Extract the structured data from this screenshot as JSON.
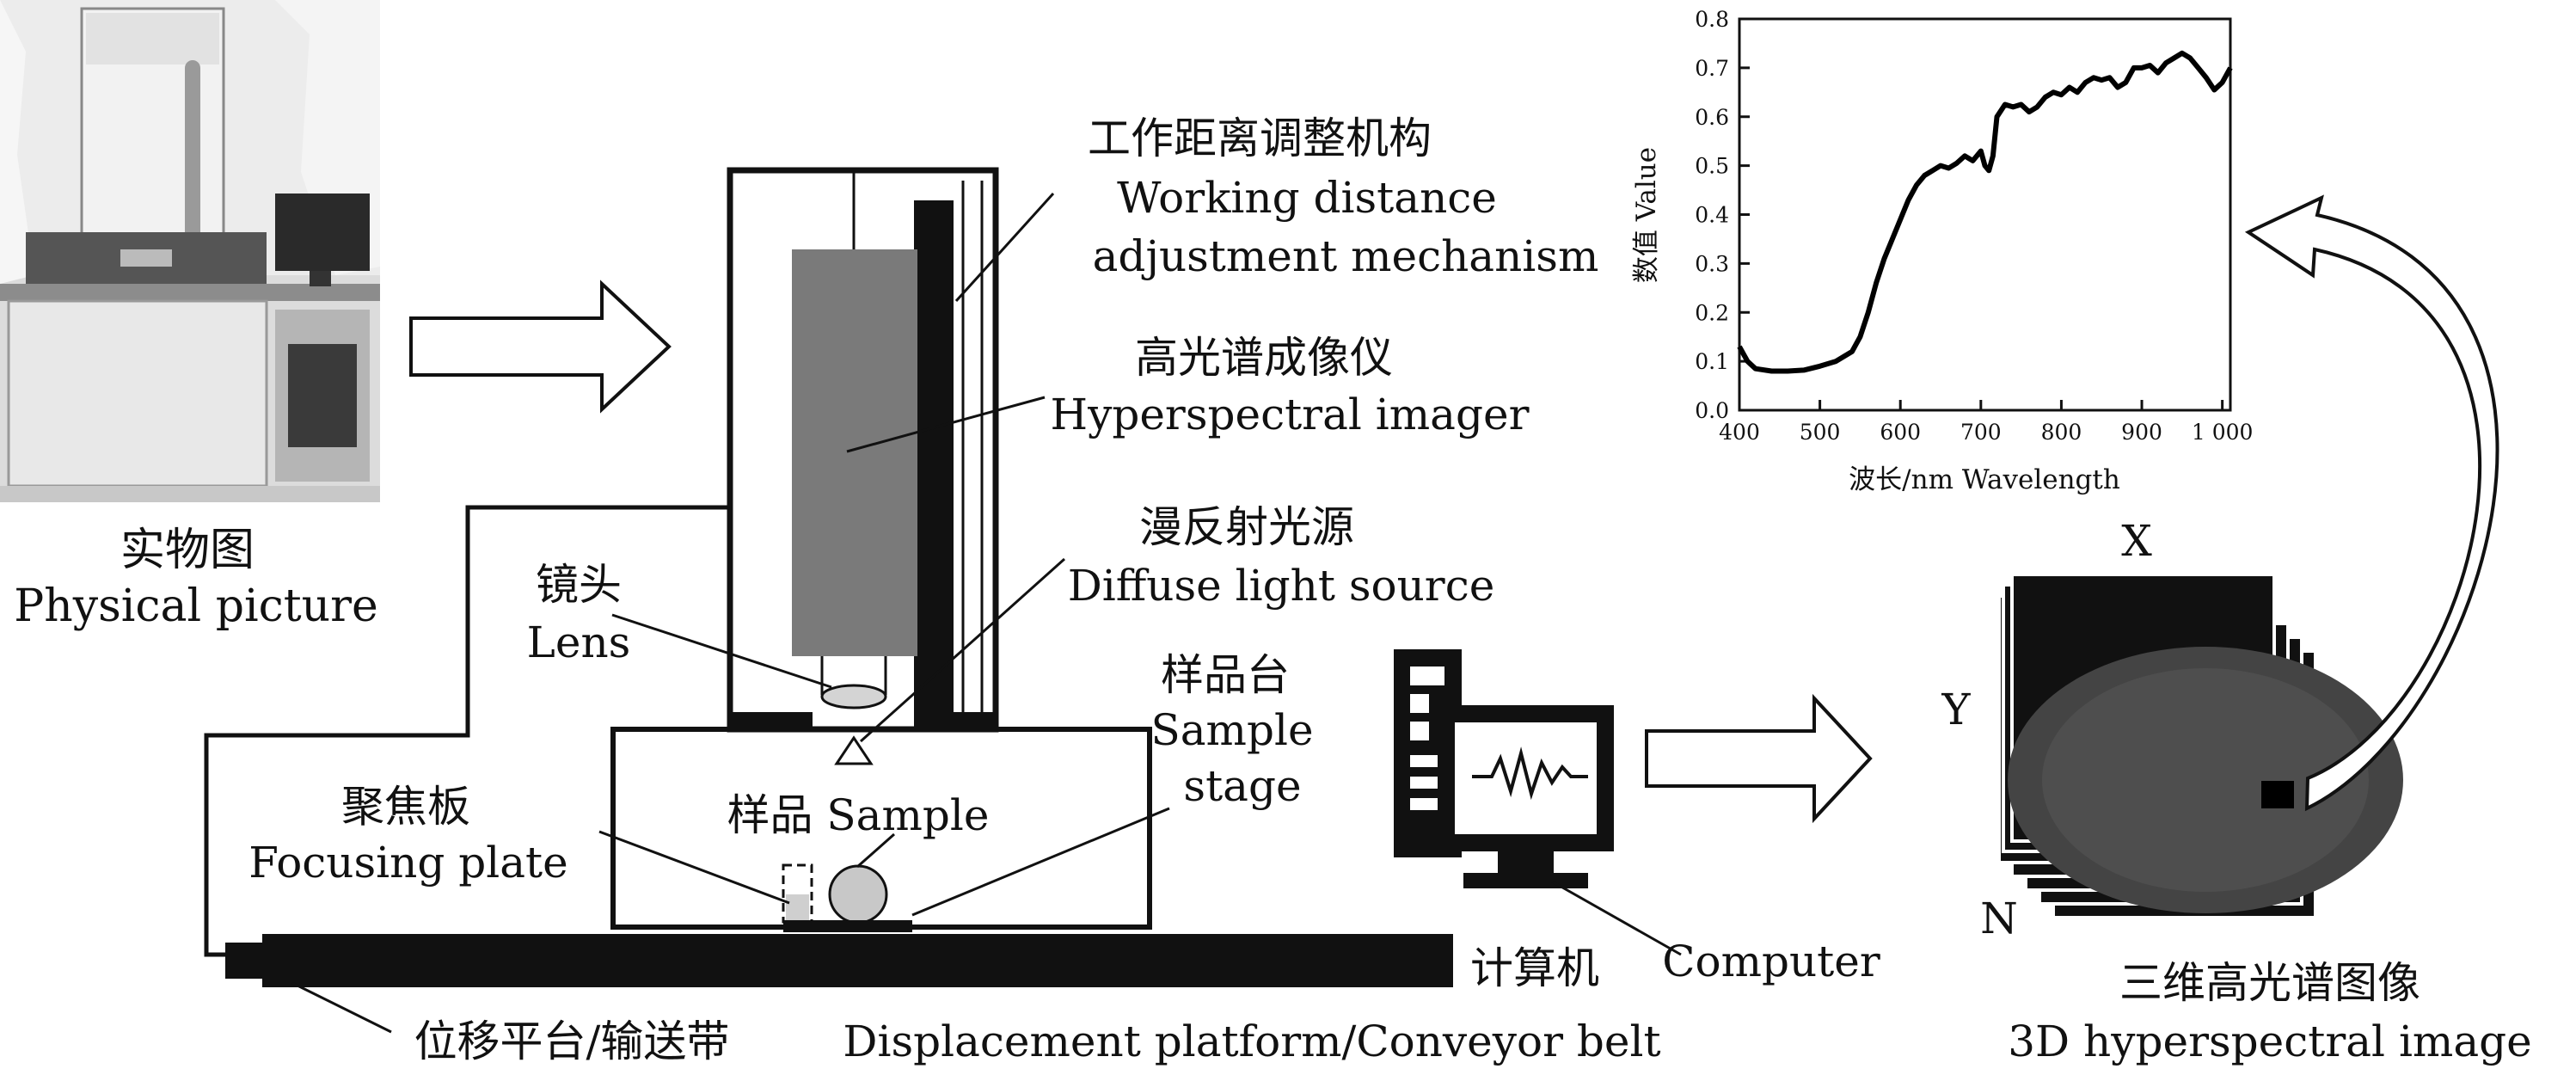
{
  "labels": {
    "physical_cn": "实物图",
    "physical_en": "Physical picture",
    "wd_cn": "工作距离调整机构",
    "wd_en1": "Working distance",
    "wd_en2": "adjustment mechanism",
    "hsi_cn": "高光谱成像仪",
    "hsi_en": "Hyperspectral imager",
    "light_cn": "漫反射光源",
    "light_en": "Diffuse light source",
    "lens_cn": "镜头",
    "lens_en": "Lens",
    "stage_cn": "样品台",
    "stage_en1": "Sample",
    "stage_en2": "stage",
    "sample": "样品 Sample",
    "focus_cn": "聚焦板",
    "focus_en": "Focusing plate",
    "platform_cn": "位移平台/输送带",
    "platform_en": "Displacement platform/Conveyor belt",
    "computer_cn": "计算机",
    "computer_en": "Computer",
    "cube_cn": "三维高光谱图像",
    "cube_en": "3D hyperspectral image",
    "cube_x": "X",
    "cube_y": "Y",
    "cube_n": "N"
  },
  "chart_data": {
    "type": "line",
    "xlabel": "波长/nm Wavelength",
    "ylabel": "数值 Value",
    "xlim": [
      400,
      1010
    ],
    "ylim": [
      0,
      0.8
    ],
    "xticks": [
      400,
      500,
      600,
      700,
      800,
      900,
      1000
    ],
    "xtick_labels": [
      "400",
      "500",
      "600",
      "700",
      "800",
      "900",
      "1 000"
    ],
    "yticks": [
      0.0,
      0.1,
      0.2,
      0.3,
      0.4,
      0.5,
      0.6,
      0.7,
      0.8
    ],
    "ytick_labels": [
      "0.0",
      "0.1",
      "0.2",
      "0.3",
      "0.4",
      "0.5",
      "0.6",
      "0.7",
      "0.8"
    ],
    "series": [
      {
        "x": [
          400,
          410,
          420,
          440,
          460,
          480,
          500,
          520,
          540,
          550,
          560,
          570,
          580,
          590,
          600,
          610,
          620,
          630,
          640,
          650,
          660,
          670,
          680,
          690,
          700,
          705,
          710,
          715,
          720,
          730,
          740,
          750,
          760,
          770,
          780,
          790,
          800,
          810,
          820,
          830,
          840,
          850,
          860,
          870,
          880,
          890,
          900,
          910,
          920,
          930,
          940,
          950,
          960,
          970,
          980,
          990,
          1000,
          1010
        ],
        "y": [
          0.13,
          0.1,
          0.085,
          0.08,
          0.08,
          0.082,
          0.09,
          0.1,
          0.12,
          0.15,
          0.2,
          0.26,
          0.31,
          0.35,
          0.39,
          0.43,
          0.46,
          0.48,
          0.49,
          0.5,
          0.495,
          0.505,
          0.52,
          0.51,
          0.53,
          0.5,
          0.49,
          0.52,
          0.6,
          0.625,
          0.62,
          0.625,
          0.61,
          0.62,
          0.64,
          0.65,
          0.645,
          0.66,
          0.65,
          0.67,
          0.68,
          0.675,
          0.68,
          0.66,
          0.67,
          0.7,
          0.7,
          0.705,
          0.69,
          0.71,
          0.72,
          0.73,
          0.72,
          0.7,
          0.68,
          0.655,
          0.67,
          0.7
        ]
      }
    ]
  }
}
